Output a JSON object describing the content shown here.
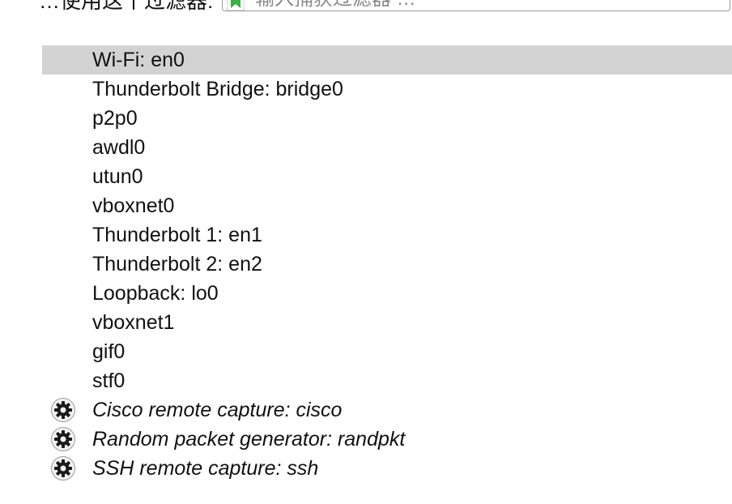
{
  "filter_bar": {
    "label": "…使用这个过滤器:",
    "input_placeholder": "输入捕获过滤器 …",
    "bookmark_icon": "bookmark-icon"
  },
  "interfaces": [
    {
      "label": "Wi-Fi: en0",
      "selected": true,
      "extcap": false
    },
    {
      "label": "Thunderbolt Bridge: bridge0",
      "selected": false,
      "extcap": false
    },
    {
      "label": "p2p0",
      "selected": false,
      "extcap": false
    },
    {
      "label": "awdl0",
      "selected": false,
      "extcap": false
    },
    {
      "label": "utun0",
      "selected": false,
      "extcap": false
    },
    {
      "label": "vboxnet0",
      "selected": false,
      "extcap": false
    },
    {
      "label": "Thunderbolt 1: en1",
      "selected": false,
      "extcap": false
    },
    {
      "label": "Thunderbolt 2: en2",
      "selected": false,
      "extcap": false
    },
    {
      "label": "Loopback: lo0",
      "selected": false,
      "extcap": false
    },
    {
      "label": "vboxnet1",
      "selected": false,
      "extcap": false
    },
    {
      "label": "gif0",
      "selected": false,
      "extcap": false
    },
    {
      "label": "stf0",
      "selected": false,
      "extcap": false
    },
    {
      "label": "Cisco remote capture: cisco",
      "selected": false,
      "extcap": true,
      "icon": "gear-icon"
    },
    {
      "label": "Random packet generator: randpkt",
      "selected": false,
      "extcap": true,
      "icon": "gear-icon"
    },
    {
      "label": "SSH remote capture: ssh",
      "selected": false,
      "extcap": true,
      "icon": "gear-icon"
    }
  ],
  "colors": {
    "selected_row": "#d3d3d3",
    "bookmark_green": "#3cb043"
  }
}
